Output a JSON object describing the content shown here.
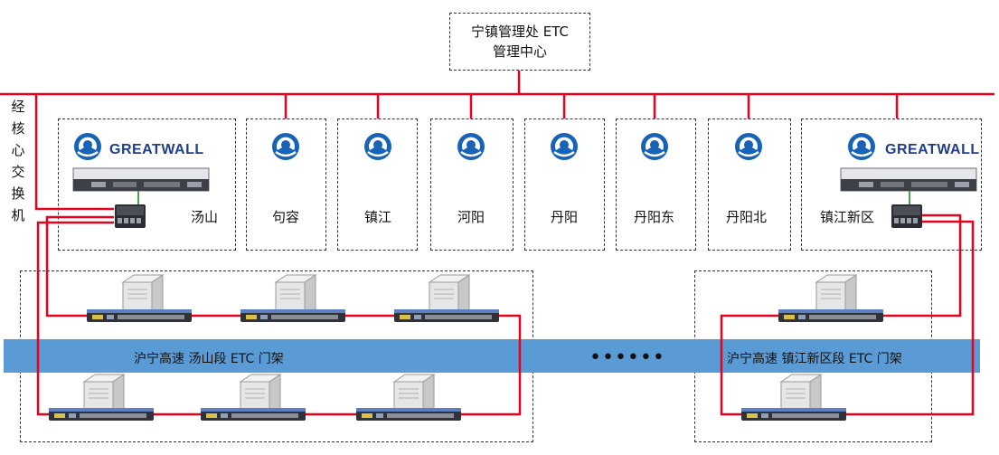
{
  "center": {
    "line1": "宁镇管理处 ETC",
    "line2": "管理中心"
  },
  "core_switch_label": [
    "经",
    "核",
    "心",
    "交",
    "换",
    "机"
  ],
  "stations": [
    {
      "name": "汤山"
    },
    {
      "name": "句容"
    },
    {
      "name": "镇江"
    },
    {
      "name": "河阳"
    },
    {
      "name": "丹阳"
    },
    {
      "name": "丹阳东"
    },
    {
      "name": "丹阳北"
    },
    {
      "name": "镇江新区"
    }
  ],
  "brand_text": "GREATWALL",
  "band_labels": {
    "left": "沪宁高速  汤山段  ETC 门架",
    "right": "沪宁高速  镇江新区段  ETC 门架"
  },
  "ellipsis": "••••••",
  "colors": {
    "link": "#e8001c",
    "band": "#5b9bd5",
    "logo": "#1763b8"
  }
}
